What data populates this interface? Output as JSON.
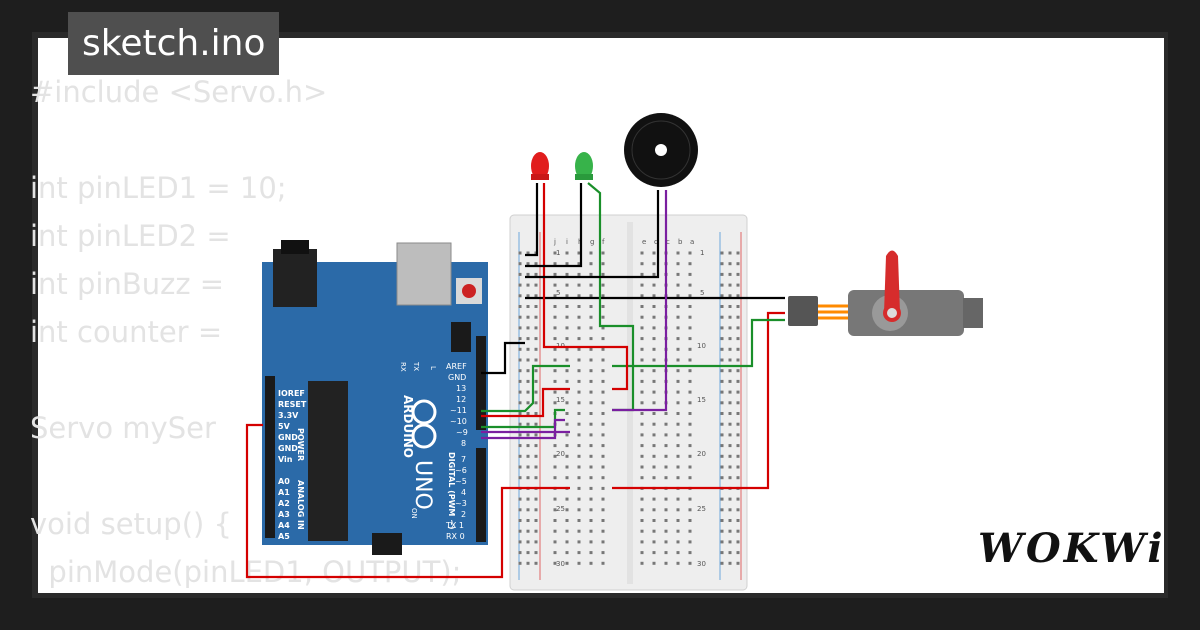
{
  "tab": {
    "title": "sketch.ino"
  },
  "code": {
    "lines": [
      "#include <Servo.h>",
      "",
      "int pinLED1 = 10;",
      "int pinLED2 = ",
      "int pinBuzz = ",
      "int counter = ",
      "",
      "Servo mySer",
      "",
      "void setup() {",
      "  pinMode(pinLED1, OUTPUT);"
    ]
  },
  "arduino": {
    "brand": "ARDUINO",
    "model": "UNO",
    "power_header": "POWER",
    "analog_header": "ANALOG IN",
    "digital_header": "DIGITAL (PWM ~)",
    "power_pins": [
      "IOREF",
      "RESET",
      "3.3V",
      "5V",
      "GND",
      "GND",
      "Vin"
    ],
    "analog_pins": [
      "A0",
      "A1",
      "A2",
      "A3",
      "A4",
      "A5"
    ],
    "top_pins": [
      "AREF",
      "GND",
      "13",
      "12",
      "~11",
      "~10",
      "~9",
      "8"
    ],
    "bottom_pins": [
      "7",
      "~6",
      "~5",
      "4",
      "~3",
      "2",
      "TX 1",
      "RX 0"
    ],
    "tx": "TX",
    "rx": "RX",
    "l": "L",
    "on": "ON"
  },
  "breadboard": {
    "row_numbers": [
      "1",
      "5",
      "10",
      "15",
      "20",
      "25",
      "30"
    ],
    "col_letters_left": [
      "j",
      "i",
      "h",
      "g",
      "f"
    ],
    "col_letters_right": [
      "e",
      "d",
      "c",
      "b",
      "a"
    ]
  },
  "colors": {
    "board": "#2b6aa8",
    "led_red": "#e11d1d",
    "led_green": "#37b34a",
    "wire_red": "#d40000",
    "wire_green": "#1a8f2a",
    "wire_purple": "#7a1fa0",
    "wire_black": "#000000",
    "wire_orange": "#ff8a00"
  },
  "logo": {
    "text": "WOKWi"
  }
}
